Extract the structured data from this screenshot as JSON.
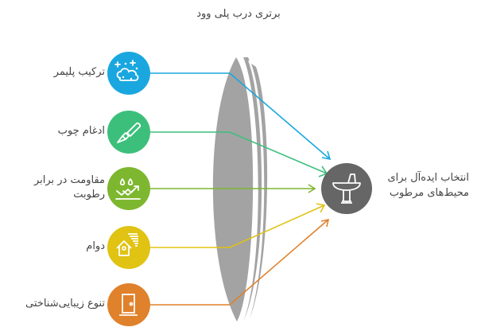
{
  "title": "برتری درب پلی وود",
  "colors": {
    "blue": "#1AA7DF",
    "green": "#3DBF7C",
    "lime": "#7DB72F",
    "yellow": "#E0C313",
    "orange": "#E0812B",
    "lens": "#A3A3A3",
    "target": "#666666"
  },
  "factors": [
    {
      "label": "ترکیب پلیمر",
      "icon": "cloud-sparkle-icon",
      "color": "#1AA7DF"
    },
    {
      "label": "ادغام چوب",
      "icon": "chisel-icon",
      "color": "#3DBF7C"
    },
    {
      "label_line1": "مقاومت در برابر",
      "label_line2": "رطوبت",
      "icon": "water-drops-arrows-icon",
      "color": "#7DB72F"
    },
    {
      "label": "دوام",
      "icon": "house-storm-icon",
      "color": "#E0C313"
    },
    {
      "label": "تنوع زیبایی‌شناختی",
      "icon": "door-icon",
      "color": "#E0812B"
    }
  ],
  "target": {
    "label_line1": "انتخاب ایده‌آل برای",
    "label_line2": "محیط‌های مرطوب",
    "icon": "sink-icon",
    "color": "#666666"
  }
}
